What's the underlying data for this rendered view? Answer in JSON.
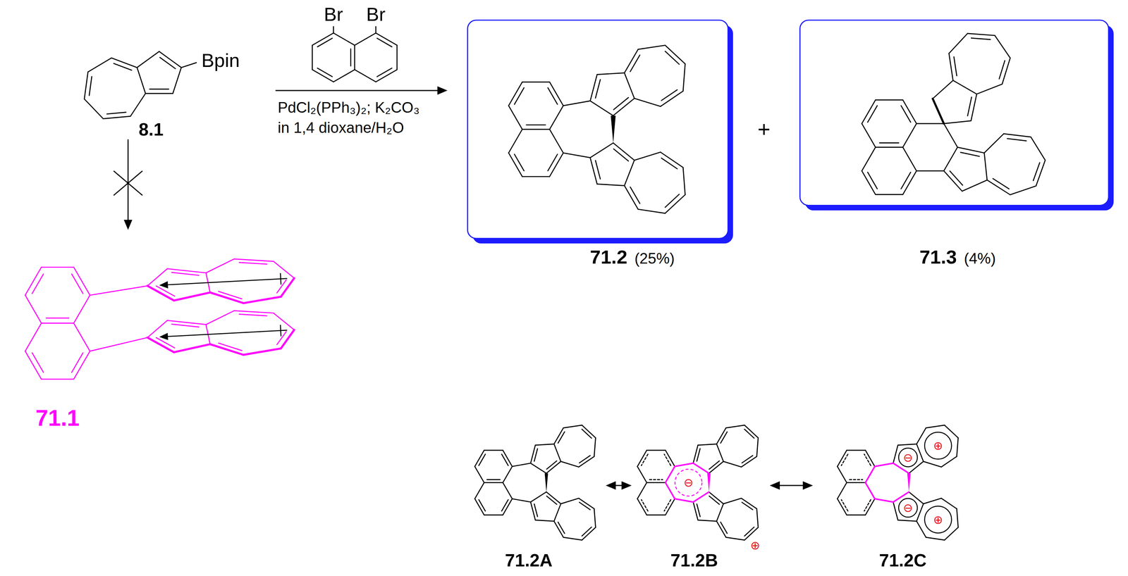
{
  "diagram": {
    "labels": [
      "Bpin",
      "8.1",
      "Br",
      "Br",
      "PdCl₂(PPh₃)₂; K₂CO₃",
      "in 1,4 dioxane/H₂O",
      "71.2",
      "(25%)",
      "+",
      "71.3",
      "(4%)",
      "71.1",
      "71.2A",
      "⊖",
      "⊕",
      "71.2B",
      "⊖",
      "⊕",
      "⊖",
      "⊕",
      "71.2C"
    ]
  }
}
